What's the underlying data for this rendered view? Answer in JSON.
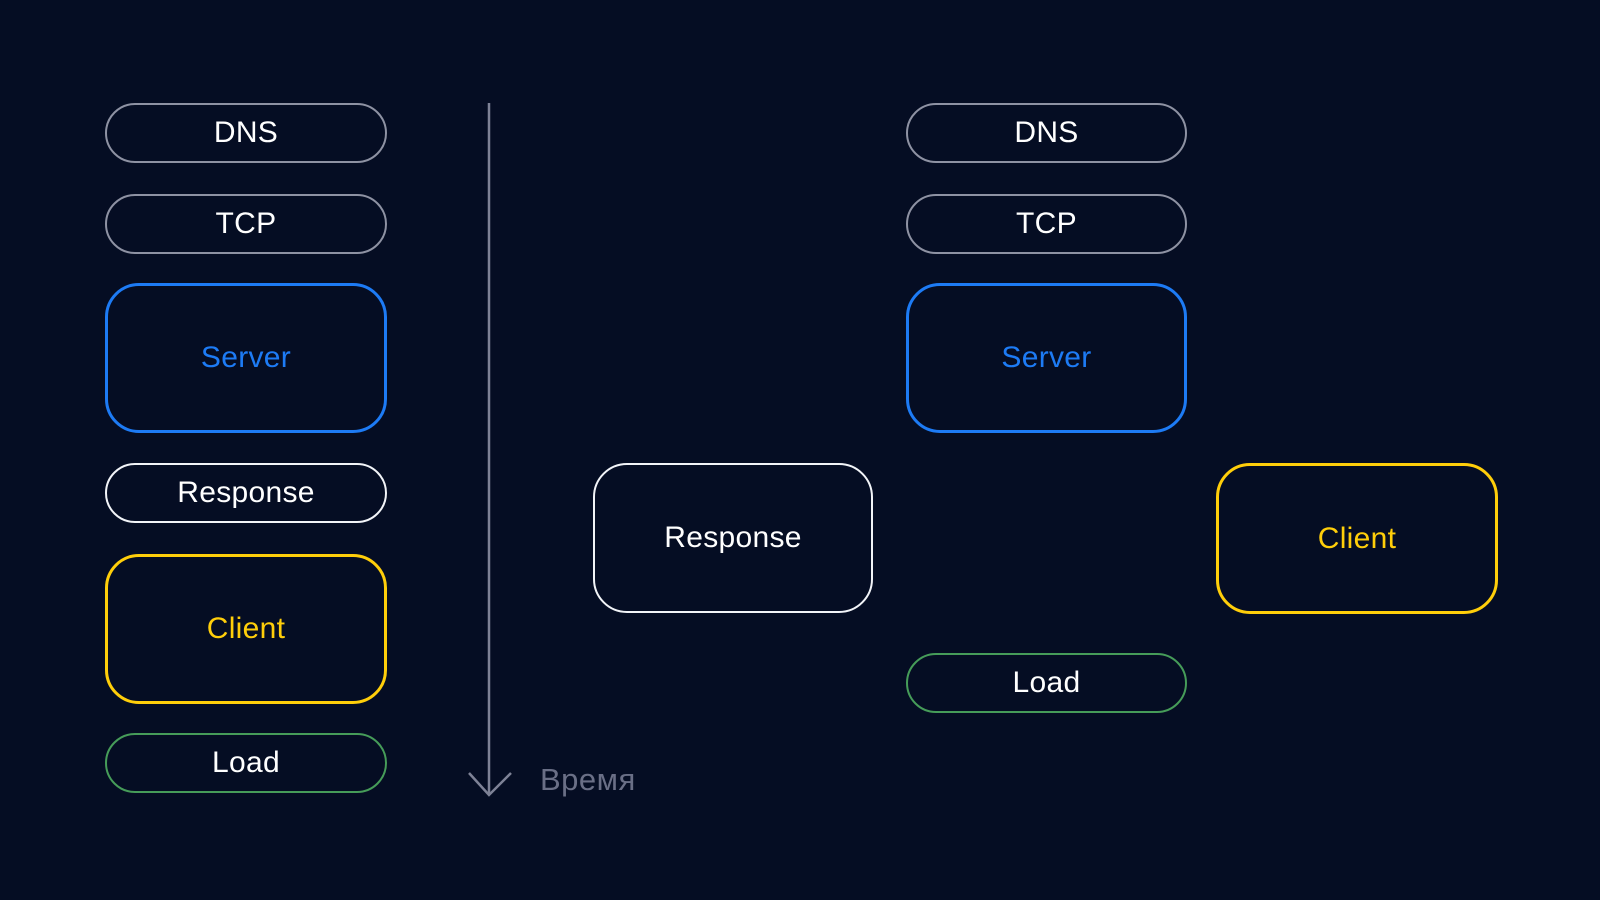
{
  "palette": {
    "background": "#050d23",
    "gray_border": "#8e92a3",
    "white_border": "#f2f4f8",
    "blue": "#1d7bf5",
    "yellow": "#ffce0a",
    "green": "#469c59",
    "muted_label": "#6a6f86",
    "arrow": "#7e8296",
    "label_text": "#ffffff"
  },
  "diagram": {
    "left_column": [
      {
        "label": "DNS",
        "style": "pill-gray"
      },
      {
        "label": "TCP",
        "style": "pill-gray"
      },
      {
        "label": "Server",
        "style": "box-blue"
      },
      {
        "label": "Response",
        "style": "pill-white"
      },
      {
        "label": "Client",
        "style": "box-yellow"
      },
      {
        "label": "Load",
        "style": "pill-green"
      }
    ],
    "time_axis": {
      "label": "Время",
      "direction": "down"
    },
    "timeline_nodes": [
      {
        "label": "DNS",
        "style": "pill-gray"
      },
      {
        "label": "TCP",
        "style": "pill-gray"
      },
      {
        "label": "Server",
        "style": "box-blue"
      },
      {
        "label": "Response",
        "style": "box-white"
      },
      {
        "label": "Client",
        "style": "box-yellow"
      },
      {
        "label": "Load",
        "style": "pill-green"
      }
    ]
  }
}
